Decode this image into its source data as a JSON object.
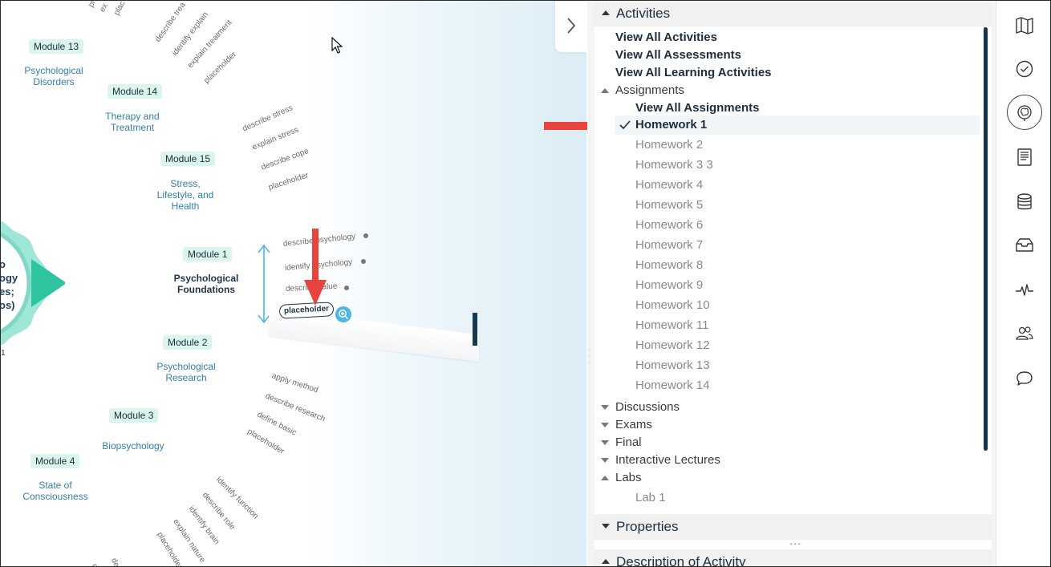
{
  "map": {
    "hub_text": [
      "o",
      "ogy",
      "es;",
      "os)"
    ],
    "hub_badge": "1",
    "modules": [
      {
        "badge": "Module 13",
        "title": "Psychological Disorders"
      },
      {
        "badge": "Module 14",
        "title": "Therapy and Treatment"
      },
      {
        "badge": "Module 15",
        "title": "Stress, Lifestyle, and Health"
      },
      {
        "badge": "Module 1",
        "title": "Psychological Foundations"
      },
      {
        "badge": "Module 2",
        "title": "Psychological Research"
      },
      {
        "badge": "Module 3",
        "title": "Biopsychology"
      },
      {
        "badge": "Module 4",
        "title": "State of Consciousness"
      }
    ],
    "leaves": {
      "top": [
        "pl",
        "ex",
        "plac",
        "describe trea",
        "identify explain",
        "explain treatment",
        "placeholder"
      ],
      "m15": [
        "describe stress",
        "explain stress",
        "describe cope",
        "placeholder"
      ],
      "m1": [
        "describe psychology",
        "identify psychology",
        "describe value"
      ],
      "m2": [
        "apply method",
        "describe research",
        "define basic",
        "placeholder"
      ],
      "m4": [
        "identify function",
        "describe role",
        "identify brain",
        "explain nature",
        "placeholder",
        "desc",
        "d"
      ]
    },
    "placeholder_pill": "placeholder",
    "zoom_icon": "zoom-in-icon",
    "collapse_icon": "chevron-right-icon",
    "accent": "#2ec4a0"
  },
  "panel": {
    "activities_header": "Activities",
    "links": [
      "View All Activities",
      "View All Assessments",
      "View All Learning Activities"
    ],
    "assignments_label": "Assignments",
    "view_all_assignments": "View All Assignments",
    "homework": [
      "Homework 1",
      "Homework 2",
      "Homework 3 3",
      "Homework 4",
      "Homework 5",
      "Homework 6",
      "Homework 7",
      "Homework 8",
      "Homework 9",
      "Homework 10",
      "Homework 11",
      "Homework 12",
      "Homework 13",
      "Homework 14"
    ],
    "selected": "Homework 1",
    "groups": [
      "Discussions",
      "Exams",
      "Final",
      "Interactive Lectures"
    ],
    "labs_label": "Labs",
    "labs": [
      "Lab 1"
    ],
    "properties_header": "Properties",
    "description_header": "Description of Activity"
  },
  "rail": {
    "icons": [
      "map-icon",
      "check-circle-icon",
      "brain-icon",
      "document-icon",
      "database-icon",
      "inbox-icon",
      "pulse-icon",
      "users-icon",
      "chat-icon"
    ],
    "active": "brain-icon"
  },
  "colors": {
    "arrow": "#e8433d",
    "link_blue": "#2f7fb0",
    "dark": "#1f2d3a"
  }
}
